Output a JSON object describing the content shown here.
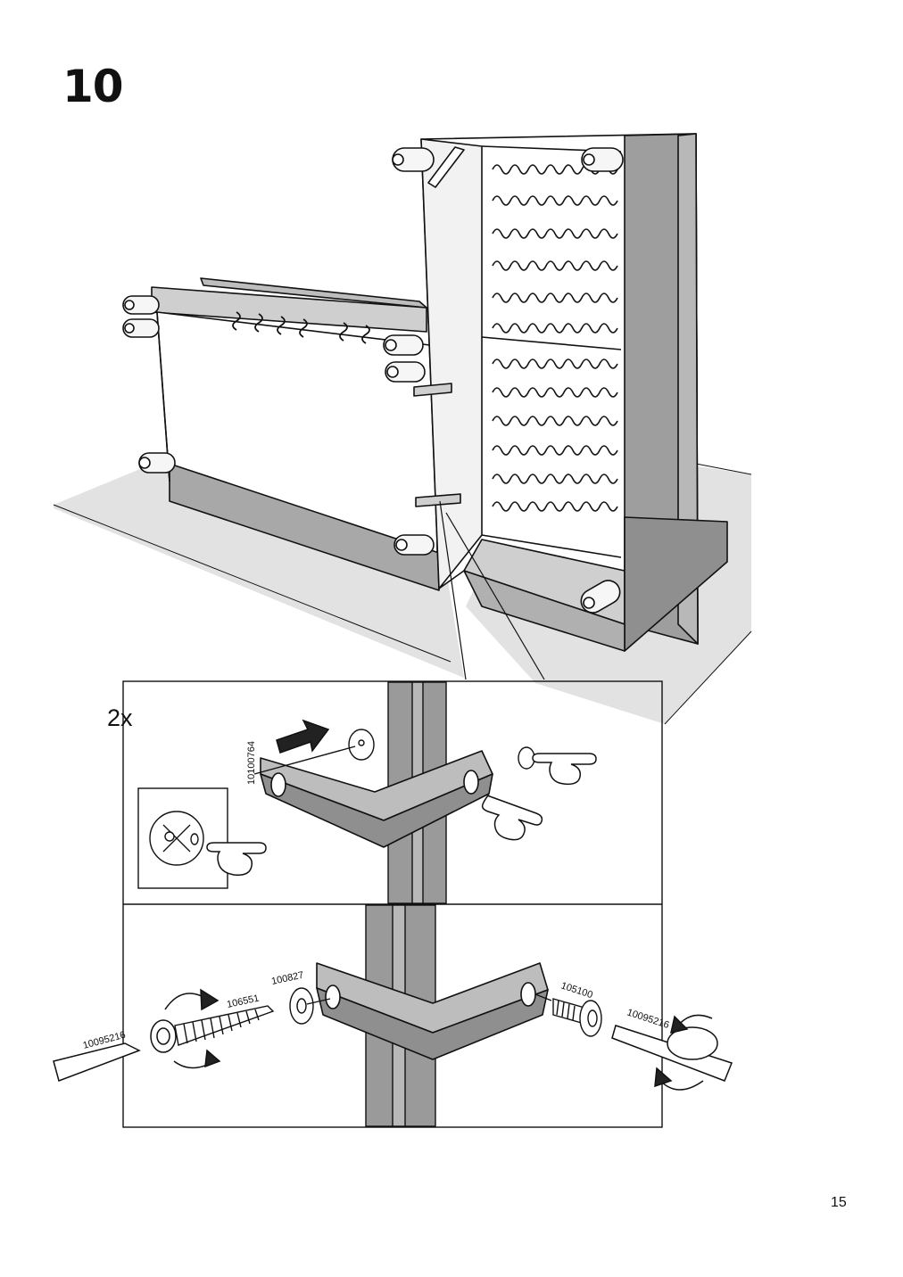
{
  "step": {
    "number": "10"
  },
  "panel_top": {
    "quantity": "2x"
  },
  "parts": {
    "bracket_id": "10100764",
    "allen_key_left": "10095216",
    "screw": "106551",
    "washer": "100827",
    "bolt": "105100",
    "allen_key_right": "10095216"
  },
  "page": {
    "number": "15"
  },
  "colors": {
    "ink": "#111111",
    "floor": "#e0e0e0",
    "panel": "#9a9a9a",
    "metal": "#bdbdbd",
    "paper": "#ffffff"
  },
  "icons": [
    "sofa-frame-illustration",
    "bracket-icon",
    "pointing-hand-icon",
    "rotate-arrow-icon",
    "allen-key-icon",
    "screw-icon",
    "washer-icon",
    "bolt-icon",
    "push-arrow-icon"
  ]
}
